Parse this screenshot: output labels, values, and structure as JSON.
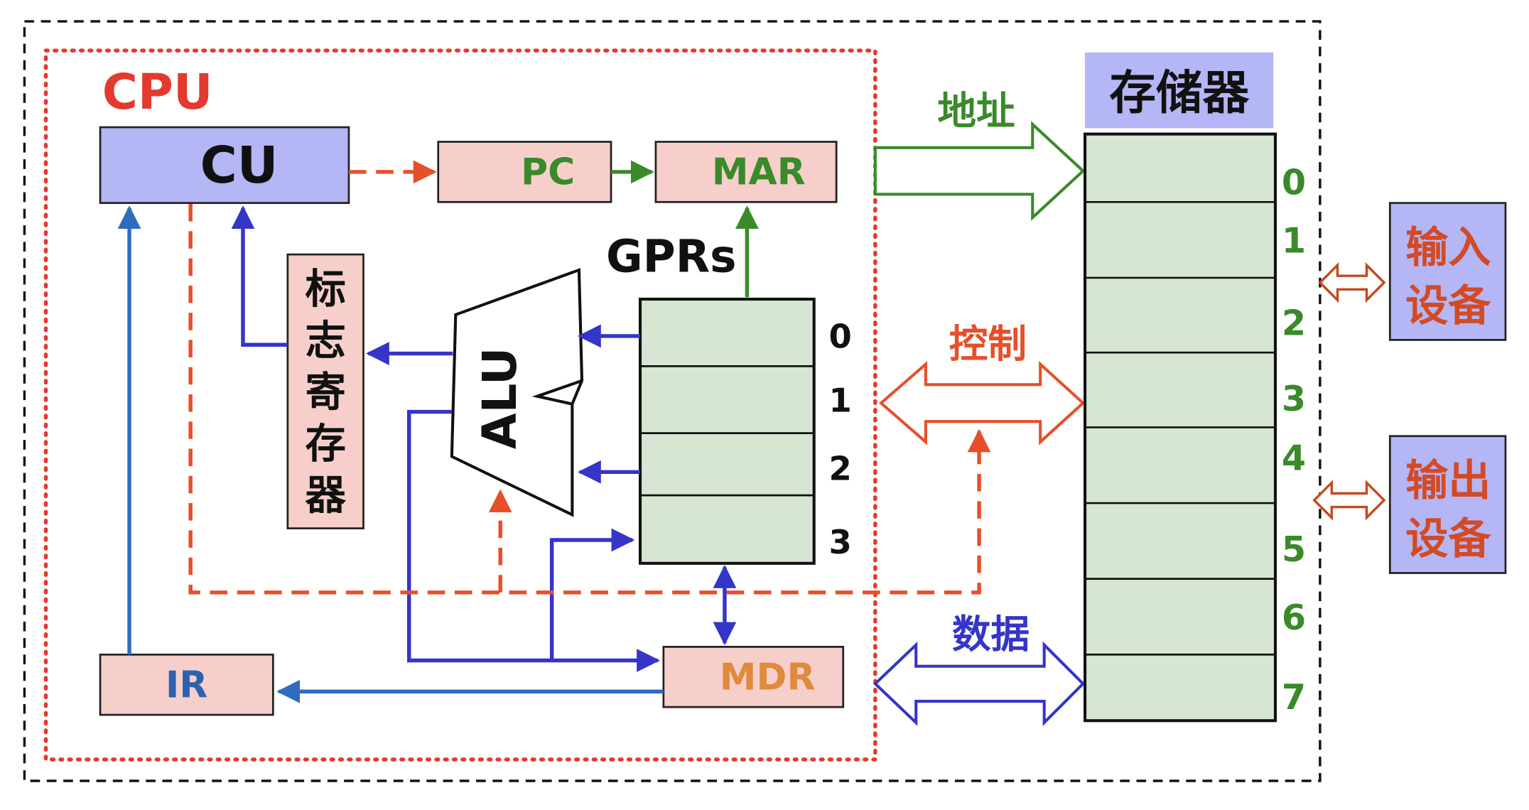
{
  "cpu_label": "CPU",
  "registers": {
    "cu": "CU",
    "pc": "PC",
    "mar": "MAR",
    "ir": "IR",
    "mdr": "MDR",
    "alu": "ALU",
    "flags": [
      "标",
      "志",
      "寄",
      "存",
      "器"
    ]
  },
  "gprs": {
    "title": "GPRs",
    "indices": [
      "0",
      "1",
      "2",
      "3"
    ]
  },
  "buses": {
    "address": "地址",
    "control": "控制",
    "data": "数据"
  },
  "memory": {
    "title": "存储器",
    "indices": [
      "0",
      "1",
      "2",
      "3",
      "4",
      "5",
      "6",
      "7"
    ]
  },
  "io": {
    "input": [
      "输入",
      "设备"
    ],
    "output": [
      "输出",
      "设备"
    ]
  },
  "colors": {
    "cpu_border": "#e23a2e",
    "control_dashed": "#e5502a",
    "address_green": "#3a8a2a",
    "data_blue": "#3535c8",
    "ir_feed_blue": "#2e6cc0",
    "register_fill": "#f6cfcb",
    "cu_fill": "#b4b6f5",
    "cell_fill": "#d6e6d2",
    "io_fill": "#b4b6f5",
    "io_text": "#d24a26",
    "mdr_text": "#e08a3c",
    "ir_text": "#2e62b0",
    "index_green": "#3a8a2a"
  }
}
